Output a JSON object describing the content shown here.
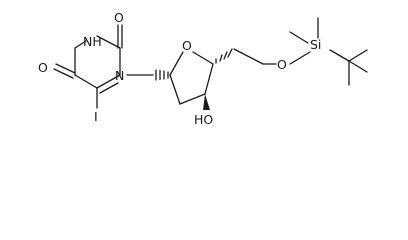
{
  "molecule": {
    "atoms": {
      "o_top": "O",
      "nh": "NH",
      "o_left": "O",
      "n1": "N",
      "iodine": "I",
      "o_ring": "O",
      "hydroxyl": "HO",
      "o_silyl": "O",
      "si": "Si"
    }
  },
  "colors": {
    "ink": "#1a1a1a",
    "background": "#ffffff"
  }
}
